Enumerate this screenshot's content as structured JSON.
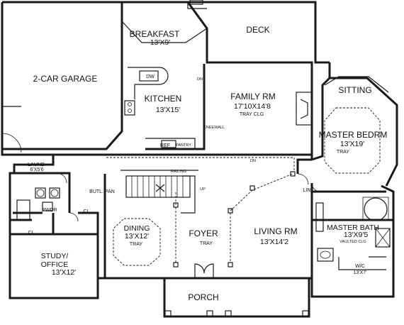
{
  "rooms": {
    "garage": {
      "name": "2-CAR GARAGE"
    },
    "breakfast": {
      "name": "BREAKFAST",
      "size": "13'X9'"
    },
    "deck": {
      "name": "DECK"
    },
    "kitchen": {
      "name": "KITCHEN",
      "size": "13'X15'"
    },
    "family": {
      "name": "FAMILY RM",
      "size": "17'10X14'8",
      "note": "TRAY CLG"
    },
    "sitting": {
      "name": "SITTING"
    },
    "master_bedroom": {
      "name": "MASTER BEDRM",
      "size": "13'X19'",
      "note": "TRAY"
    },
    "laundry": {
      "name": "LAUND.",
      "size": "6'X5'6"
    },
    "powder": {
      "name": "PWDR"
    },
    "butler_pantry": {
      "name": "BUTL. PAN"
    },
    "dining": {
      "name": "DINING",
      "size": "13'X12'",
      "note": "TRAY"
    },
    "foyer": {
      "name": "FOYER",
      "note": "TRAY"
    },
    "living": {
      "name": "LIVING RM",
      "size": "13'X14'2"
    },
    "master_bath": {
      "name": "MASTER BATH",
      "size": "13'X9'5",
      "note": "VAULTED CLG"
    },
    "walk_in_closet": {
      "name": "W/C",
      "size": "13'X7'"
    },
    "study": {
      "name": "STUDY/",
      "name2": "OFFICE",
      "size": "13'X12'"
    },
    "porch": {
      "name": "PORCH"
    }
  },
  "annotations": {
    "dw": "DW",
    "dn_kitchen": "DN",
    "kneewall": "KNEEWALL",
    "ref": "REF",
    "pantry": "PANTRY",
    "dn_hall": "DN",
    "railing": "RAILING",
    "up": "UP",
    "closet": "CL",
    "closet_study": "CL",
    "linen": "LIN"
  }
}
